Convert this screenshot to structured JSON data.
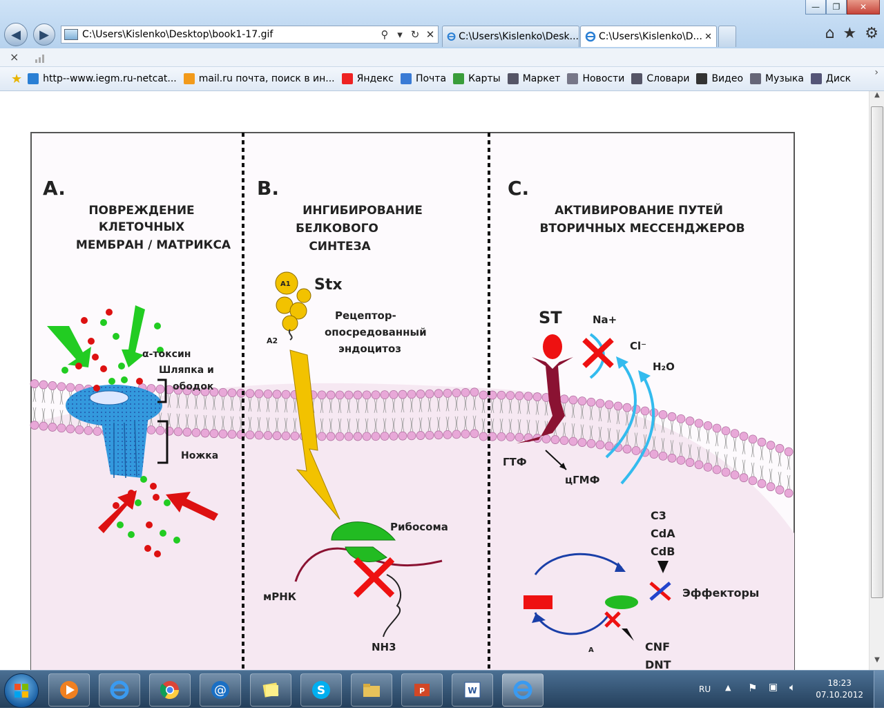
{
  "window": {
    "controls": {
      "minimize": "—",
      "maximize": "❐",
      "close": "✕"
    }
  },
  "navigation": {
    "back_icon": "back-arrow-icon",
    "forward_icon": "forward-arrow-icon",
    "address": "C:\\Users\\Kislenko\\Desktop\\book1-17.gif",
    "tabs": [
      {
        "label": "C:\\Users\\Kislenko\\Desk...",
        "active": false
      },
      {
        "label": "C:\\Users\\Kislenko\\D...",
        "active": true
      }
    ]
  },
  "command_bar": {
    "close": "×"
  },
  "favorites": [
    {
      "label": "http--www.iegm.ru-netcat...",
      "icon": "ie-page-icon",
      "color": "#2a7fd4"
    },
    {
      "label": "mail.ru почта, поиск в ин...",
      "icon": "mailru-icon",
      "color": "#f29a1a"
    },
    {
      "label": "Яндекс",
      "icon": "yandex-icon",
      "color": "#e22"
    },
    {
      "label": "Почта",
      "icon": "mail-envelope-icon",
      "color": "#3a7bd5"
    },
    {
      "label": "Карты",
      "icon": "maps-icon",
      "color": "#3a9d3a"
    },
    {
      "label": "Маркет",
      "icon": "market-icon",
      "color": "#556"
    },
    {
      "label": "Новости",
      "icon": "news-icon",
      "color": "#778"
    },
    {
      "label": "Словари",
      "icon": "dictionary-icon",
      "color": "#556"
    },
    {
      "label": "Видео",
      "icon": "video-icon",
      "color": "#333"
    },
    {
      "label": "Музыка",
      "icon": "music-icon",
      "color": "#667"
    },
    {
      "label": "Диск",
      "icon": "disk-icon",
      "color": "#557"
    }
  ],
  "figure": {
    "panel_a": {
      "letter": "A.",
      "title_lines": [
        "ПОВРЕЖДЕНИЕ",
        "КЛЕТОЧНЫХ",
        "МЕМБРАН / МАТРИКСА"
      ],
      "toxin": "α-токсин",
      "cap_lines": [
        "Шляпка и",
        "ободок"
      ],
      "stem": "Ножка"
    },
    "panel_b": {
      "letter": "B.",
      "title_lines": [
        "ИНГИБИРОВАНИЕ",
        "БЕЛКОВОГО",
        "СИНТЕЗА"
      ],
      "stx": "Stx",
      "a1": "A1",
      "a2": "A2",
      "endocytosis_lines": [
        "Рецептор-",
        "опосредованный",
        "эндоцитоз"
      ],
      "ribosome": "Рибосома",
      "mrna": "мРНК",
      "nh3": "NH3"
    },
    "panel_c": {
      "letter": "C.",
      "title_lines": [
        "АКТИВИРОВАНИЕ ПУТЕЙ",
        "ВТОРИЧНЫХ МЕССЕНДЖЕРОВ"
      ],
      "st": "ST",
      "na": "Na+",
      "cl": "Cl⁻",
      "h2o": "H₂O",
      "gtp": "ГТФ",
      "cgmp": "цГМФ",
      "toxins_top": [
        "C3",
        "CdA",
        "CdB"
      ],
      "effectors": "Эффекторы",
      "small_a": "A",
      "toxins_bottom": [
        "CNF",
        "DNT"
      ]
    },
    "colors": {
      "membrane": "#e8a8d8",
      "cytoplasm": "#f6e8f2",
      "green": "#22cc22",
      "red": "#dd1111",
      "blue": "#3399dd",
      "yellow": "#f2c200",
      "maroon": "#8a1232",
      "cyan": "#33bbee"
    }
  },
  "taskbar": {
    "items": [
      "ie-icon",
      "chrome-icon",
      "mail-at-icon",
      "sticky-notes-icon",
      "skype-icon",
      "folder-icon",
      "powerpoint-icon",
      "word-icon",
      "ie-active-icon"
    ],
    "lang": "RU",
    "time": "18:23",
    "date": "07.10.2012"
  }
}
